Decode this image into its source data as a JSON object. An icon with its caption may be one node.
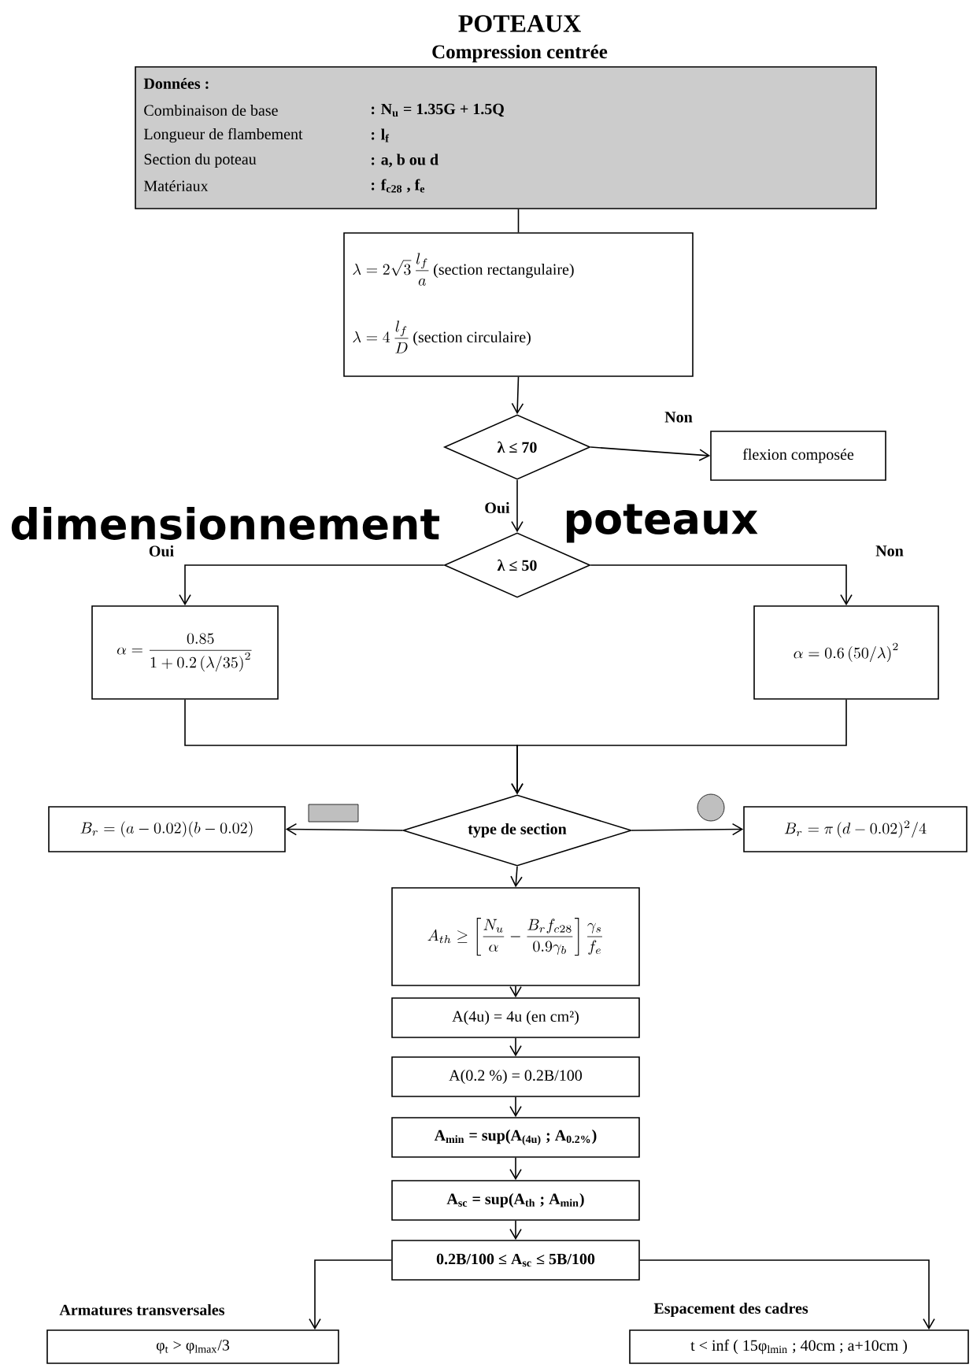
{
  "diagram": {
    "title": "POTEAUX",
    "nodes": [
      {
        "text": [
          "Données :",
          "Combinaison de base",
          ": N$_{u}$ = 1.35G + 1.5Q",
          "Longueur de flambement",
          ": l$_{f}$",
          "Section du poteau",
          ": a, b ou d",
          "Matériaux",
          ": f$_{c28}$ , f$_{e}$"
        ]
      },
      {
        "text": [
          "\\lambda = 2\\sqrt{3}\\,\\frac{l_f}{a}\\,\\textrm{(section rectangulaire)}",
          "\\lambda = 4\\,\\frac{l_f}{D}\\,\\textrm{(section circulaire)}"
        ]
      },
      {
        "text": [
          "λ ≤ 70"
        ]
      },
      {
        "text": [
          "flexion composée"
        ]
      },
      {
        "text": [
          "λ ≤ 50"
        ]
      },
      {
        "text": [
          "\\alpha = \\frac{0.85}{1+0.2\\left(\\lambda/35\\right)^2}"
        ]
      },
      {
        "text": [
          "\\alpha = 0.6\\left(50/\\lambda\\right)^2"
        ]
      },
      {
        "text": [
          "type de section"
        ]
      },
      {
        "text": [
          "B_r = (a - 0.02)(b - 0.02)"
        ]
      },
      {
        "text": [
          "B_r = \\pi\\,(d - 0.02)^2/4"
        ]
      },
      {
        "text": [
          "A_{th} \\geq \\left[\\frac{N_u}{\\alpha} - \\frac{B_r f_{c28}}{0.9\\gamma_b}\\right]\\frac{\\gamma_s}{f_e}"
        ]
      },
      {
        "text": [
          "A(4u) = 4u (en cm²)"
        ]
      },
      {
        "text": [
          "A(0.2 %) = 0.2B/100"
        ]
      },
      {
        "text": [
          "A$_{min}$ = sup(A$_{(4u)}$ ; A$_{0.2%}$)"
        ]
      },
      {
        "text": [
          "A$_{sc}$ = sup(A$_{th}$ ; A$_{min}$)"
        ]
      },
      {
        "text": [
          "0.2B/100 ≤ A$_{sc}$ ≤ 5B/100"
        ]
      },
      {
        "text": [
          "Armatures transversales",
          "φ$_{t}$ > φ$_{lmax}$/3"
        ]
      },
      {
        "text": [
          "Espacement des cadres",
          "t < inf ( 15φ$_{lmin}$ ; 40cm ; a+10cm )"
        ]
      }
    ],
    "edges": [
      {
        "from": 0,
        "to": 1,
        "arrow": "none"
      },
      {
        "from": 1,
        "to": 2,
        "arrow": "to"
      },
      {
        "from": 2,
        "to": 3,
        "arrow": "to",
        "label": "Non"
      },
      {
        "from": 2,
        "to": 4,
        "arrow": "to",
        "label": "Oui"
      },
      {
        "from": 4,
        "to": 5,
        "arrow": "to",
        "label": "Oui"
      },
      {
        "from": 4,
        "to": 6,
        "arrow": "to",
        "label": "Non"
      },
      {
        "from": 5,
        "to": 7,
        "arrow": "to"
      },
      {
        "from": 6,
        "to": 7,
        "arrow": "to"
      },
      {
        "from": 7,
        "to": 8,
        "arrow": "to"
      },
      {
        "from": 7,
        "to": 9,
        "arrow": "to"
      },
      {
        "from": 7,
        "to": 10,
        "arrow": "to"
      },
      {
        "from": 10,
        "to": 11,
        "arrow": "to"
      },
      {
        "from": 11,
        "to": 12,
        "arrow": "to"
      },
      {
        "from": 12,
        "to": 13,
        "arrow": "to"
      },
      {
        "from": 13,
        "to": 14,
        "arrow": "to"
      },
      {
        "from": 14,
        "to": 15,
        "arrow": "to"
      },
      {
        "from": 15,
        "to": 16,
        "arrow": "to"
      },
      {
        "from": 15,
        "to": 17,
        "arrow": "to"
      }
    ],
    "labels": [
      "Compression centrée",
      "dimensionnement",
      "poteaux"
    ]
  }
}
